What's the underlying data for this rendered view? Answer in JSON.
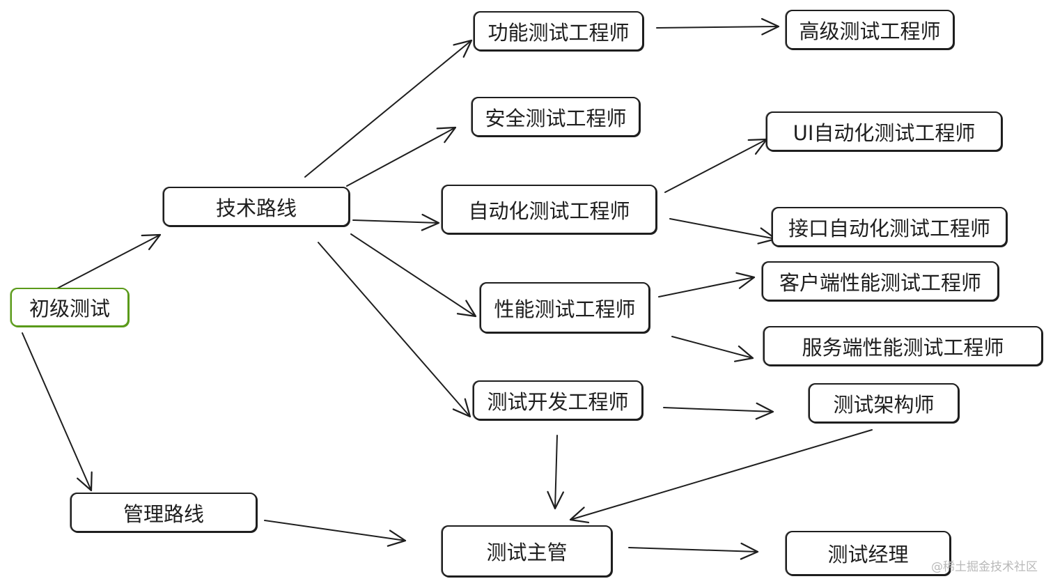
{
  "nodes": {
    "chuji": "初级测试",
    "jishu": "技术路线",
    "guanli": "管理路线",
    "gongneng": "功能测试工程师",
    "gaoji": "高级测试工程师",
    "anquan": "安全测试工程师",
    "zidonghua": "自动化测试工程师",
    "ui": "UI自动化测试工程师",
    "jiekou": "接口自动化测试工程师",
    "xingneng": "性能测试工程师",
    "kehuduan": "客户端性能测试工程师",
    "fuwuduan": "服务端性能测试工程师",
    "kaifa": "测试开发工程师",
    "jiagou": "测试架构师",
    "zhuguan": "测试主管",
    "jingli": "测试经理"
  },
  "watermark": "@稀土掘金技术社区",
  "colors": {
    "stroke": "#1e1e1e",
    "start_border": "#5a9a1a",
    "background": "#ffffff",
    "watermark": "#b9b9b9"
  }
}
